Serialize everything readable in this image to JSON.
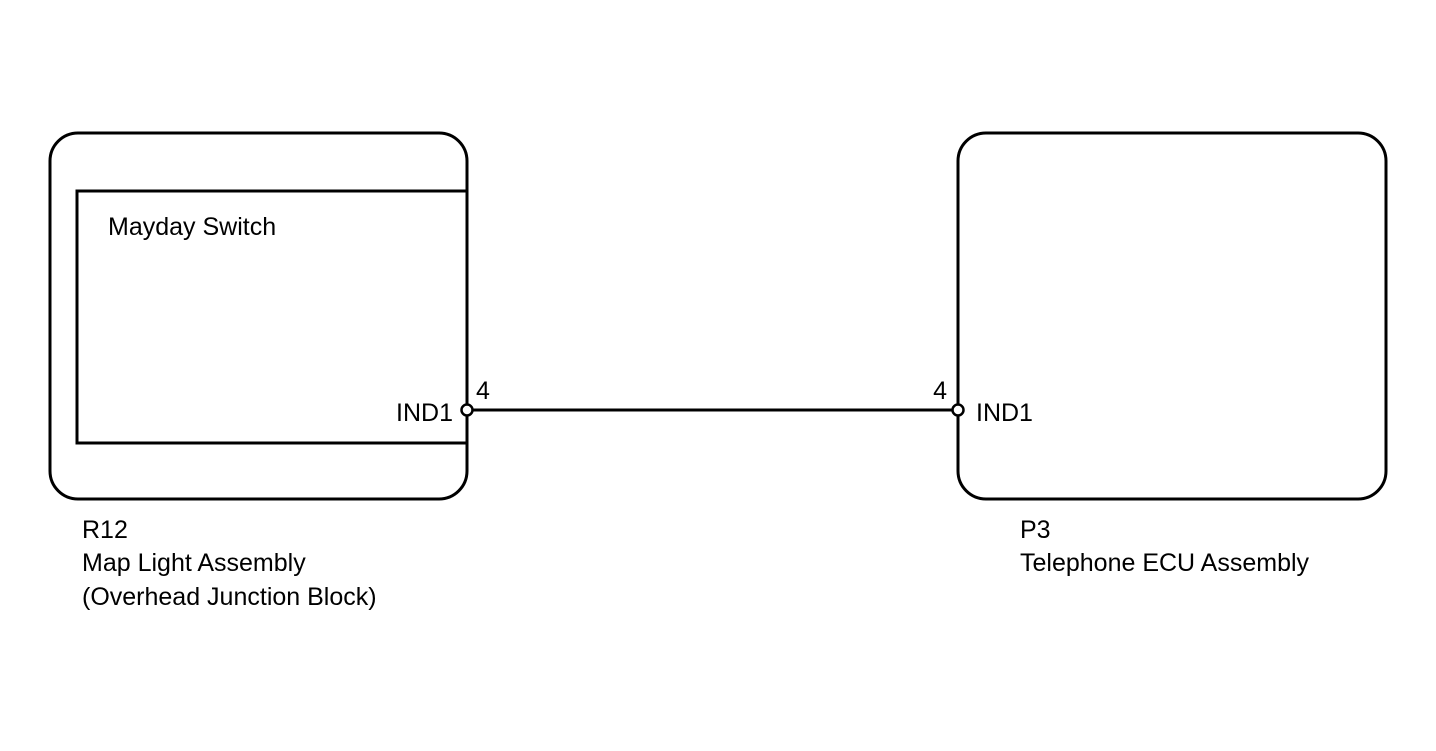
{
  "components": {
    "left": {
      "code": "R12",
      "name": "Map Light Assembly",
      "sub_name": "(Overhead Junction Block)",
      "inner_label": "Mayday Switch",
      "pin_label": "IND1",
      "pin_number": "4"
    },
    "right": {
      "code": "P3",
      "name": "Telephone ECU Assembly",
      "pin_label": "IND1",
      "pin_number": "4"
    }
  },
  "colors": {
    "line": "#000000",
    "background": "#ffffff"
  }
}
